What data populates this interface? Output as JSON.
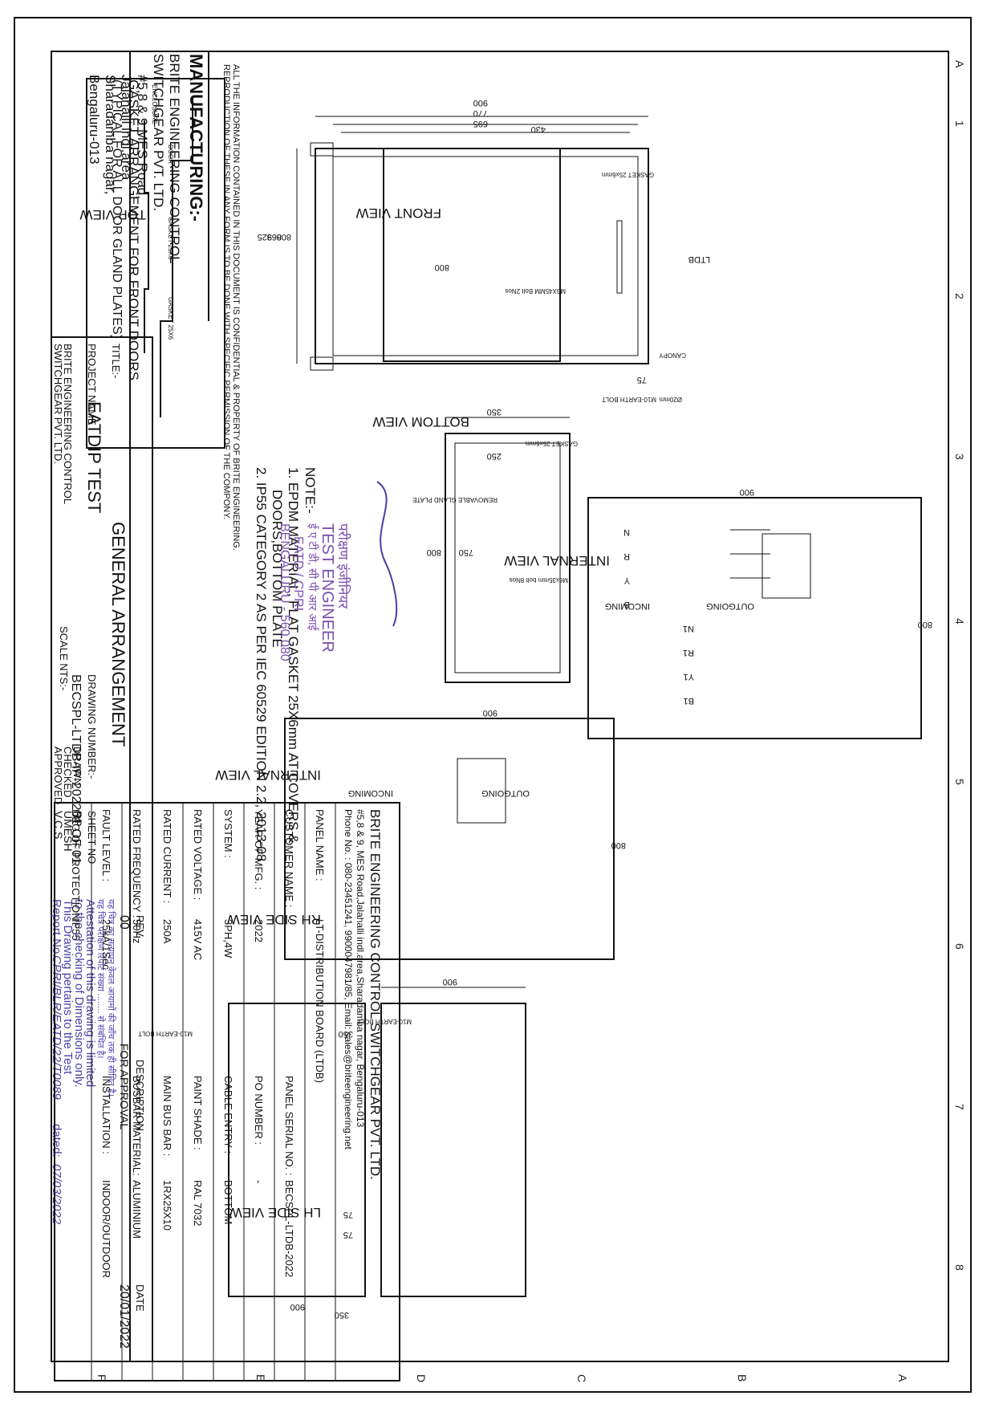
{
  "confidential": [
    "ALL THE INFORMATION CONTAINED IN THIS DOCUMENT IS CONFIDENTIAL & PROPERTY OF BRITE ENGINEERING.",
    "REPRODUCTION OF THESE IN ANY FORM IS TO BE DONE WITH SPECIFIC PERMISSION OF THE COMPONY."
  ],
  "grid": {
    "cols": [
      "1",
      "2",
      "3",
      "4",
      "5",
      "6",
      "7",
      "8"
    ],
    "rows": [
      "A",
      "B",
      "C",
      "D",
      "E",
      "F"
    ]
  },
  "views": {
    "front": "FRONT VIEW",
    "top": "TOP VIEW",
    "bottom": "BOTTOM VIEW",
    "internal": "INTERNAL VIEW",
    "rh": "RH SIDE VIEW",
    "lh": "LH SIDE VIEW"
  },
  "labels": {
    "gasket_25": "GASKET 25x6mm",
    "m6": "M6X45MM Bolt 2Nos",
    "canopy": "CANOPY",
    "dia": "Ø20mm",
    "earth": "M10-EARTH BOLT",
    "ltdb": "LTDB",
    "removable": "REMOVABLE GLAND PLATE",
    "m6b": "M6x35mm bolt 8Nos",
    "incoming": "INCOMING",
    "outgoing": "OUTGOING",
    "n": "N",
    "r": "R",
    "y": "Y",
    "b": "B",
    "n1": "N1",
    "r1": "R1",
    "y1": "Y1",
    "b1": "B1",
    "enclosure": "ENCLOSURE",
    "door": "DOOR",
    "gasket_25x6": "GASKET 25X6"
  },
  "dims": {
    "d900": "900",
    "d770": "770",
    "d695": "695",
    "d800": "800",
    "d863": "863",
    "d925": "925",
    "d75": "75",
    "d430": "430",
    "d350": "350",
    "d250": "250",
    "d750": "750"
  },
  "gasket_section": {
    "line1": "GASKET ARRANGEMENT FOR FRONT DOORS",
    "line2": "(TYPICAL FOR ALL DOOR GLAND PLATES)"
  },
  "notes": {
    "title": "NOTE:-",
    "n1": "1. EPDM MATERIAL, FLAT GASKET 25X6mm AT COVERS &",
    "n1b": "DOORS,BOTTOM PLATE",
    "n2": "2. IP55 CATEGORY 2 AS PER IEC 60529 EDITION 2.2, 2013-08"
  },
  "stamp": {
    "hi1": "परीक्षण इंजीनियर",
    "en1": "TEST ENGINEER",
    "hi2": "ई ए टी डी, सी पी आर आई",
    "en2": "EATD / CPRI",
    "en3": "BENGALURU - 560 080"
  },
  "manufacturing": {
    "title": "MANUFACTURING:-",
    "lines": [
      "BRITE ENGINEERING CONTROL",
      "SWITCHGEAR PVT. LTD.",
      "#5,8 & 9 MES Road,",
      "Jalahalli indl.area",
      "Sharadamba nagar,",
      "Bengaluru-013"
    ]
  },
  "titleblock": {
    "title_label": "TITLE:-",
    "title_value": "GENERAL ARRANGEMENT",
    "project_label": "PROJECT NAME :",
    "project_value": "EATDIP TEST",
    "drawing_label": "DRAWING NUMBER:-",
    "drawing_value": "BECSPL-LTDB-IP-2022",
    "sheet_label": "SHEET NO",
    "sheet_value": "01 OF 01",
    "scale_label": "SCALE NTS:-",
    "company_line1": "BRITE ENGINEERING CONTROL",
    "company_line2": "SWITCHGEAR PVT. LTD.",
    "drawn_label": "DRAWN",
    "drawn_value": "RP",
    "checked_label": "CHECKED",
    "checked_value": "UMESH",
    "approved_label": "APPROVED",
    "approved_value": "V.C.S",
    "rev_label": "REV",
    "desc_label": "DESCRIPTION",
    "date_label": "DATE",
    "rev_value": "00",
    "desc_value": "FOR APPROVAL",
    "date_value": "20/01/2022"
  },
  "attestation": {
    "hi1": "यह चित्र का सत्यापन केवल आयामों की जाँच तक ही सीमित है।",
    "hi2": "यह चित्र परीक्षण रिपोर्ट संख्या ........ से संबंधित है।",
    "l1": "Attestation of this drawing is limited",
    "l2": "to the checking of Dimensions only.",
    "l3": "This Drawing pertains to the Test",
    "l4": "Report No.",
    "report_no": "CPRI/BLR/EATD/22/T0089",
    "l5": "dated:",
    "date": "07/03/2022"
  },
  "panel": {
    "company": "BRITE ENGINEERING CONTROL SWITCHGEAR PVT. LTD.",
    "address": "#5,8 & 9, MES Road,Jalahalli indl.area,Sharadamba nagar, Bengaluru-013",
    "contact": "Phone No. : 080-23451241, 9900047981/85, Email: sales@briteengineering.net",
    "rows": [
      [
        "PANEL NAME :",
        "LT-DISTRIBUTION BOARD (LTDB)",
        "",
        ""
      ],
      [
        "CUSTOMER NAME :",
        "-",
        "PANEL SERIAL NO. :",
        "BECSPL-LTDB-2022"
      ],
      [
        "YEAR OF MFG. :",
        "2022",
        "PO NUMBER :",
        "-"
      ],
      [
        "SYSTEM :",
        "3PH,4W",
        "CABLE ENTRY :",
        "BOTTOM"
      ],
      [
        "RATED VOLTAGE :",
        "415V AC",
        "PAINT SHADE :",
        "RAL 7032"
      ],
      [
        "RATED CURRENT :",
        "250A",
        "MAIN BUS BAR :",
        "1RX25X10"
      ],
      [
        "RATED FREQUENCY :",
        "50Hz",
        "BUSBAR MATERIAL:",
        "ALUMINIUM"
      ],
      [
        "FAULT LEVEL :",
        "25kA/1Sec",
        "INSTALLATION :",
        "INDOOR/OUTDOOR"
      ],
      [
        "DEG.OF PROTECTION :",
        "IP55",
        "",
        ""
      ]
    ]
  }
}
